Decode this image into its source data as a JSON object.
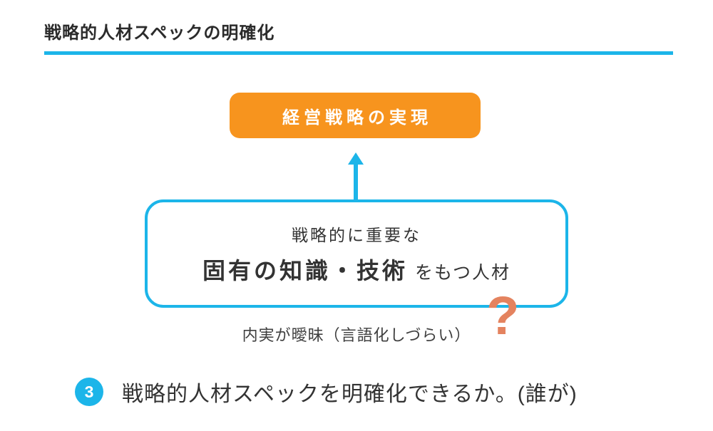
{
  "page": {
    "title": "戦略的人材スペックの明確化"
  },
  "diagram": {
    "goal_box": {
      "label": "経営戦略の実現"
    },
    "up_arrow": "arrow pointing up from talent box to goal box",
    "talent_box": {
      "line1": "戦略的に重要な",
      "line2_strong": "固有の知識・技術",
      "line2_rest": "をもつ人材"
    },
    "question_mark": "?",
    "caption": "内実が曖昧（言語化しづらい）"
  },
  "footer": {
    "step_number": "3",
    "question": "戦略的人材スペックを明確化できるか。(誰が)"
  },
  "colors": {
    "accent_cyan": "#1CB5E9",
    "accent_orange": "#F7941E",
    "question_salmon": "#E4835F",
    "text_ink": "#2E2E2E"
  }
}
